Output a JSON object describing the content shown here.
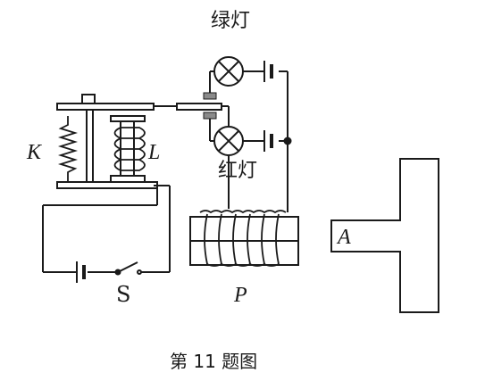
{
  "labels": {
    "green_lamp": "绿灯",
    "red_lamp": "红灯",
    "spring": "K",
    "electromagnet": "L",
    "switch": "S",
    "coil": "P",
    "block": "A"
  },
  "caption": "第 11 题图"
}
